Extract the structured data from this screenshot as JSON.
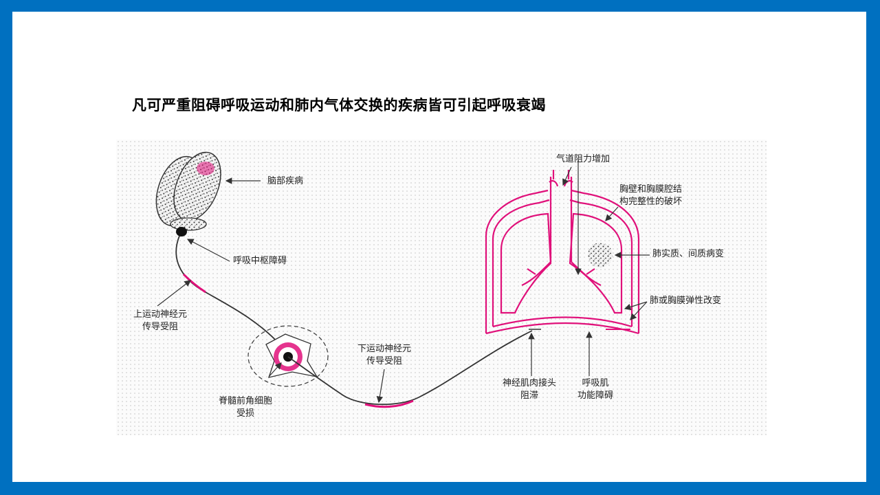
{
  "title": "凡可严重阻碍呼吸运动和肺内气体交换的疾病皆可引起呼吸衰竭",
  "labels": {
    "brain_disease": "脑部疾病",
    "resp_center": "呼吸中枢障碍",
    "upper_motor_1": "上运动神经元",
    "upper_motor_2": "传导受阻",
    "spinal_1": "脊髓前角细胞",
    "spinal_2": "受损",
    "lower_motor_1": "下运动神经元",
    "lower_motor_2": "传导受阻",
    "nmj_1": "神经肌肉接头",
    "nmj_2": "阻滞",
    "resp_muscle_1": "呼吸肌",
    "resp_muscle_2": "功能障碍",
    "airway": "气道阻力增加",
    "chest_wall_1": "胸壁和胸膜腔结",
    "chest_wall_2": "构完整性的破坏",
    "parenchyma": "肺实质、间质病变",
    "elasticity": "肺或胸膜弹性改变"
  },
  "colors": {
    "border": "#0070c0",
    "accent": "#e0107a",
    "line": "#333333"
  }
}
